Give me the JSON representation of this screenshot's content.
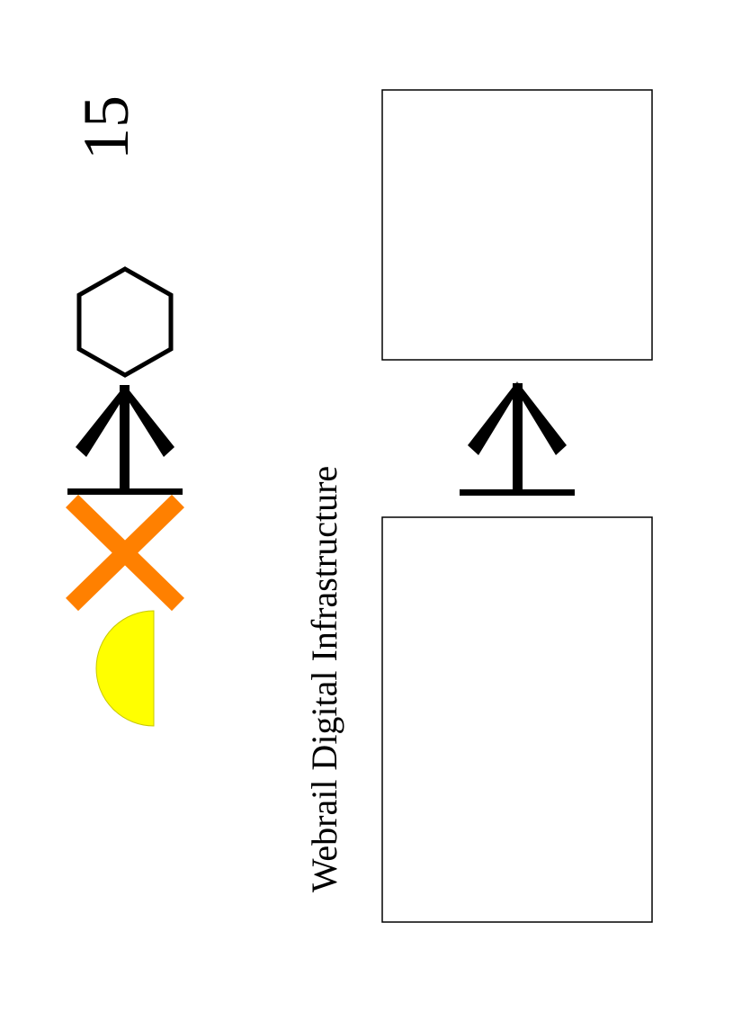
{
  "page_number": "15",
  "title": "Webrail Digital Infrastructure",
  "symbols": {
    "left_column": [
      {
        "icon": "hexagon-icon",
        "fill": "#ffffff",
        "stroke": "#000000"
      },
      {
        "icon": "arrow-up-on-bar-icon",
        "color": "#000000"
      },
      {
        "icon": "x-cross-icon",
        "color": "#ff8000"
      },
      {
        "icon": "half-circle-icon",
        "fill": "#ffff00",
        "stroke": "#c8c800"
      }
    ],
    "right_column": [
      {
        "icon": "empty-box",
        "stroke": "#000000"
      },
      {
        "icon": "arrow-up-on-bar-icon",
        "color": "#000000"
      },
      {
        "icon": "empty-box",
        "stroke": "#000000"
      }
    ]
  }
}
